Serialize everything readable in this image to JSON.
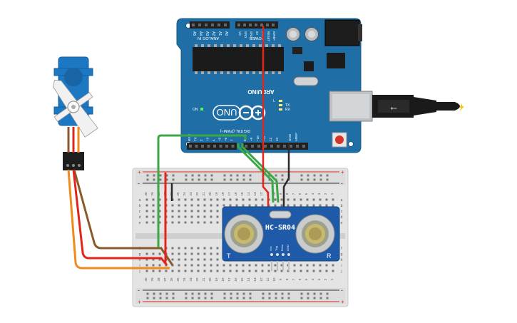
{
  "arduino": {
    "brand": "ARDUINO",
    "model": "UNO",
    "analog_in_label": "ANALOG IN",
    "power_label": "POWER",
    "digital_label": "DIGITAL (PWM~)",
    "analog_pins": [
      "A0",
      "A1",
      "A2",
      "A3",
      "A4",
      "A5"
    ],
    "power_pins": [
      "IOREF",
      "RESET",
      "3.3V",
      "5V",
      "GND",
      "GND",
      "Vin"
    ],
    "digital_pins": [
      "13",
      "12",
      "~11",
      "~10",
      "~9",
      "8",
      "7",
      "~6",
      "~5",
      "4",
      "~3",
      "2",
      "TX 1",
      "RX 0"
    ],
    "digital_extra": [
      "GND",
      "AREF"
    ],
    "led_labels": [
      "L",
      "TX",
      "RX"
    ],
    "on_label": "ON",
    "board_color": "#1f6fa6"
  },
  "breadboard": {
    "column_numbers": [
      "30",
      "29",
      "28",
      "27",
      "26",
      "25",
      "24",
      "23",
      "22",
      "21",
      "20",
      "19",
      "18",
      "17",
      "16",
      "15",
      "14",
      "13",
      "12",
      "11",
      "10",
      "9",
      "8",
      "7",
      "6",
      "5",
      "4",
      "3",
      "2",
      "1"
    ],
    "rows_top": [
      "j",
      "i",
      "h",
      "g",
      "f"
    ],
    "rows_bottom": [
      "e",
      "d",
      "c",
      "b",
      "a"
    ],
    "rows_left_top": [
      "a",
      "b",
      "c",
      "d",
      "e"
    ],
    "rows_left_bottom": [
      "f",
      "g",
      "h",
      "i",
      "j"
    ],
    "rail_plus": "+",
    "rail_minus": "-"
  },
  "sensor": {
    "name": "HC-SR04",
    "left_marker": "T",
    "right_marker": "R",
    "pins": [
      "Vcc",
      "Trig",
      "Echo",
      "GND"
    ],
    "color": "#1f5aa8"
  },
  "servo": {
    "color": "#1d78c4"
  },
  "wires": {
    "red": "#e0251b",
    "black": "#2a2a2a",
    "green": "#3aa845",
    "brown": "#8a5a2b",
    "orange": "#f08a1b"
  }
}
